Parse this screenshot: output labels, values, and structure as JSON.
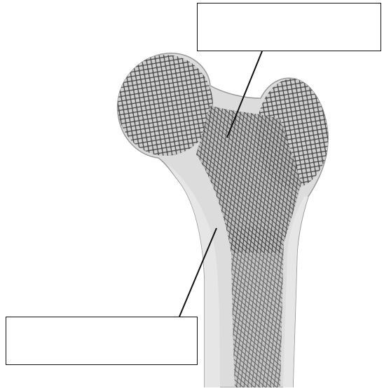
{
  "diagram": {
    "subject": "proximal-femur-cross-section",
    "labels": [
      {
        "id": "top",
        "text": ""
      },
      {
        "id": "bottom",
        "text": ""
      }
    ],
    "colors": {
      "bone_fill": "#d8d8d8",
      "cortical": "#e2e2e2",
      "trabecular_dark": "#3c3c3c",
      "line": "#111111",
      "background": "#ffffff"
    }
  }
}
